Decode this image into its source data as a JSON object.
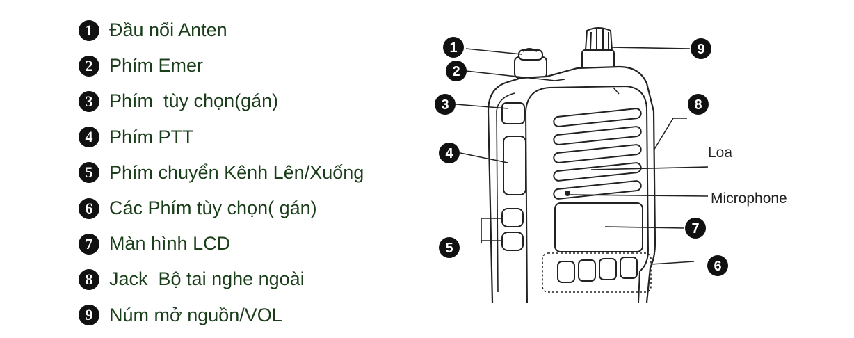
{
  "legend": [
    {
      "num": "1",
      "label": "Đầu nối Anten"
    },
    {
      "num": "2",
      "label": "Phím Emer"
    },
    {
      "num": "3",
      "label": "Phím  tùy chọn(gán)"
    },
    {
      "num": "4",
      "label": "Phím PTT"
    },
    {
      "num": "5",
      "label": "Phím chuyển Kênh Lên/Xuống"
    },
    {
      "num": "6",
      "label": "Các Phím tùy chọn( gán)"
    },
    {
      "num": "7",
      "label": "Màn hình LCD"
    },
    {
      "num": "8",
      "label": "Jack  Bộ tai nghe ngoài"
    },
    {
      "num": "9",
      "label": "Núm mở nguồn/VOL"
    }
  ],
  "diagram": {
    "callouts": [
      "1",
      "2",
      "3",
      "4",
      "5",
      "6",
      "7",
      "8",
      "9"
    ],
    "speaker_label": "Loa",
    "microphone_label": "Microphone"
  }
}
